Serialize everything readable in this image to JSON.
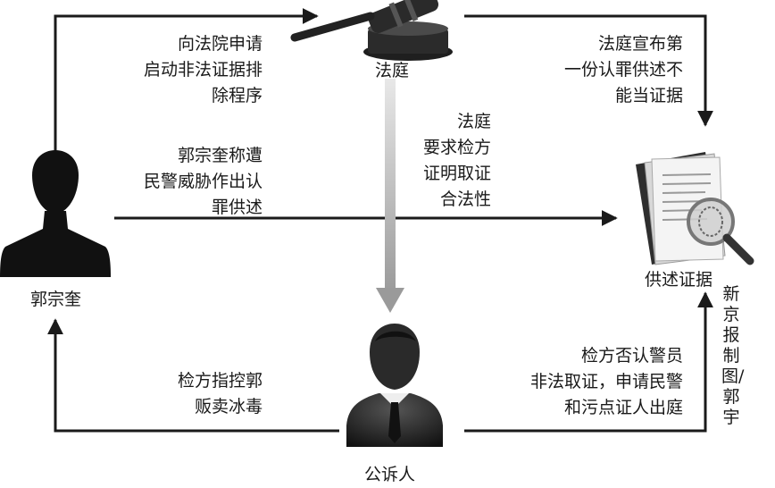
{
  "nodes": {
    "court": "法庭",
    "guo": "郭宗奎",
    "prosecutor": "公诉人",
    "confession": "供述证据"
  },
  "edges": {
    "guo_to_court": "向法院申请\n启动非法证据排\n除程序",
    "court_to_confession": "法庭宣布第\n一份认罪供述不\n能当证据",
    "court_to_prosecutor": "法庭\n要求检方\n证明取证\n合法性",
    "guo_to_confession": "郭宗奎称遭\n民警威胁作出认\n罪供述",
    "prosecutor_to_guo": "检方指控郭\n贩卖冰毒",
    "prosecutor_to_confession": "检方否认警员\n非法取证，申请民警\n和污点证人出庭"
  },
  "credit": "新京报制图/郭宇",
  "colors": {
    "arrow": "#1a1a1a",
    "court_arrow": "#b5b5b5"
  }
}
